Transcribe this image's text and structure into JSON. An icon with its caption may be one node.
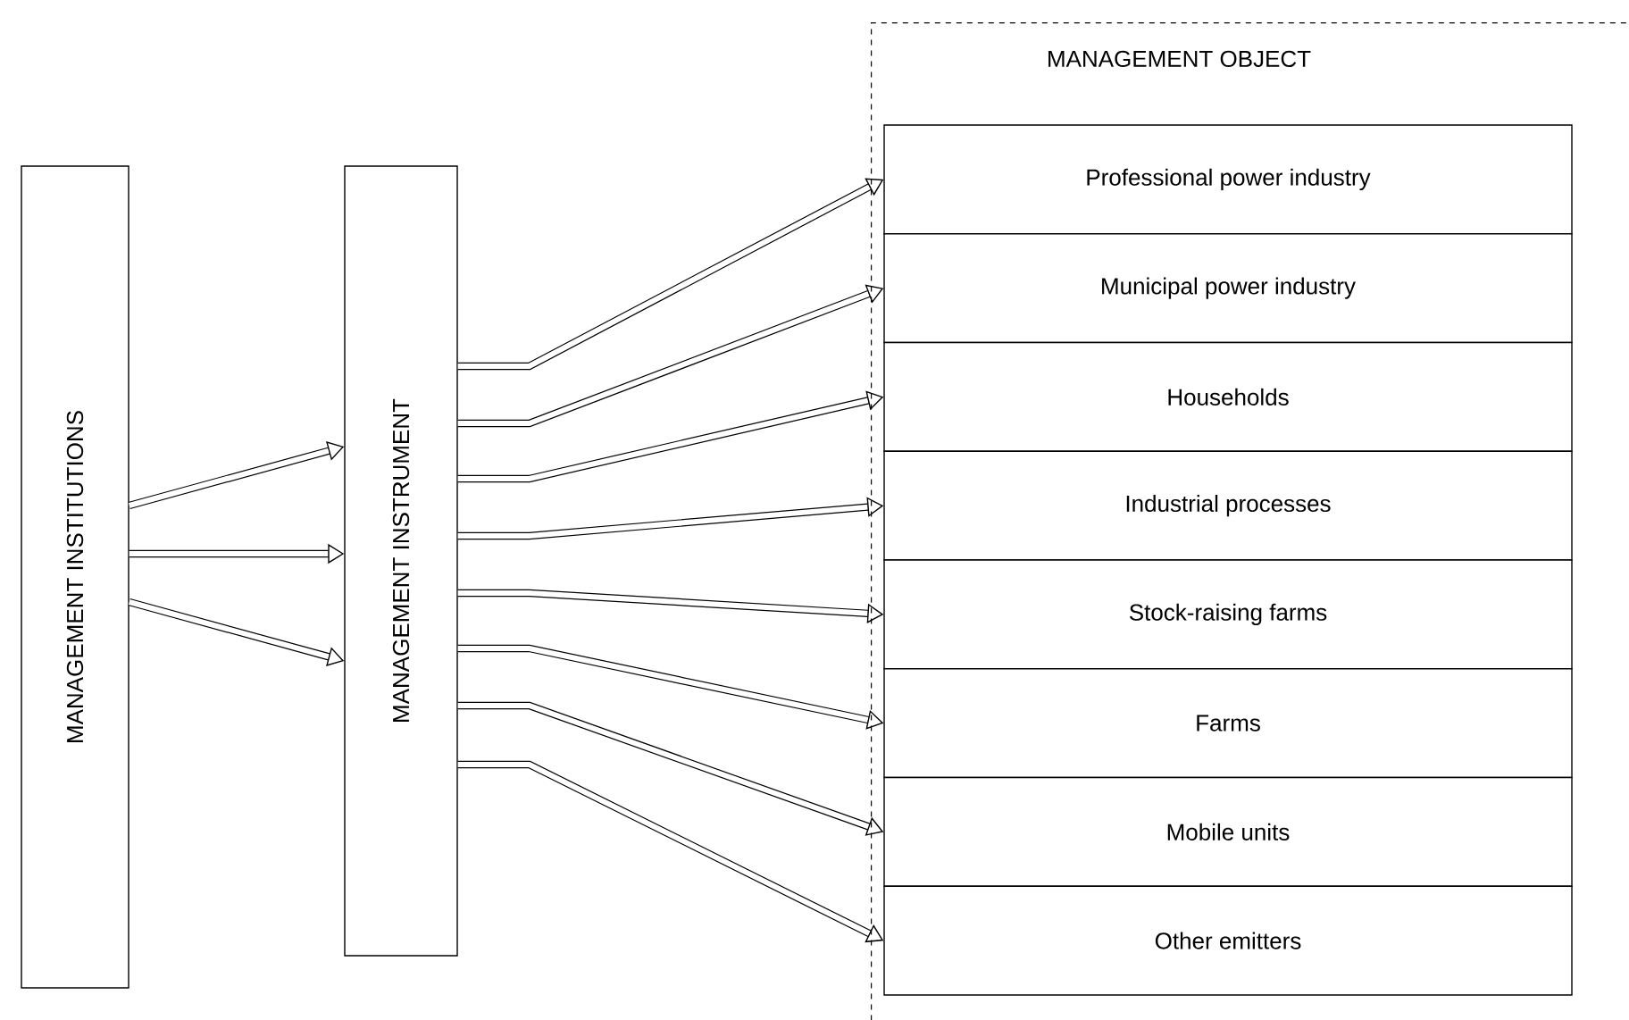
{
  "diagram": {
    "nodes": [
      {
        "text": [
          "MANAGEMENT INSTITUTIONS"
        ]
      },
      {
        "text": [
          "MANAGEMENT INSTRUMENT"
        ]
      },
      {
        "text": [
          "MANAGEMENT OBJECT"
        ]
      },
      {
        "text": [
          "Professional power industry"
        ],
        "in": 2
      },
      {
        "text": [
          "Municipal power industry"
        ],
        "in": 2
      },
      {
        "text": [
          "Households"
        ],
        "in": 2
      },
      {
        "text": [
          "Industrial processes"
        ],
        "in": 2
      },
      {
        "text": [
          "Stock-raising farms"
        ],
        "in": 2
      },
      {
        "text": [
          "Farms"
        ],
        "in": 2
      },
      {
        "text": [
          "Mobile units"
        ],
        "in": 2
      },
      {
        "text": [
          "Other emitters"
        ],
        "in": 2
      }
    ],
    "edges": [
      {
        "from": 0,
        "to": 1,
        "arrow": "to"
      },
      {
        "from": 0,
        "to": 1,
        "arrow": "to"
      },
      {
        "from": 0,
        "to": 1,
        "arrow": "to"
      },
      {
        "from": 1,
        "to": 3,
        "arrow": "to"
      },
      {
        "from": 1,
        "to": 4,
        "arrow": "to"
      },
      {
        "from": 1,
        "to": 5,
        "arrow": "to"
      },
      {
        "from": 1,
        "to": 6,
        "arrow": "to"
      },
      {
        "from": 1,
        "to": 7,
        "arrow": "to"
      },
      {
        "from": 1,
        "to": 8,
        "arrow": "to"
      },
      {
        "from": 1,
        "to": 9,
        "arrow": "to"
      },
      {
        "from": 1,
        "to": 10,
        "arrow": "to"
      }
    ]
  }
}
